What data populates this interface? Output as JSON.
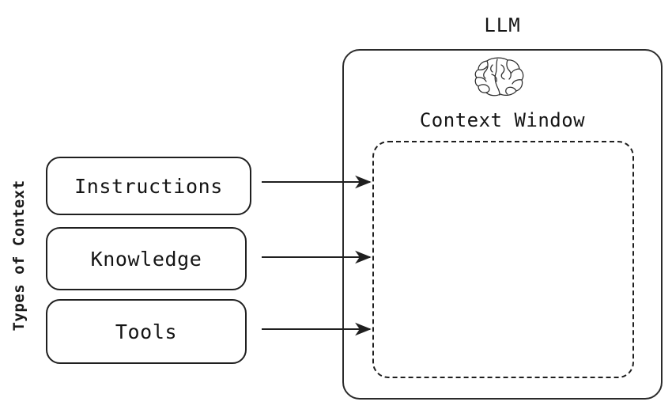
{
  "diagram": {
    "title_llm": "LLM",
    "title_context_window": "Context Window",
    "axis_label": "Types of Context",
    "brain_icon_name": "brain-icon",
    "colors": {
      "background": "#ffffff",
      "stroke": "#1f1f1f",
      "llm_border": "#2b2b2b",
      "text": "#141414"
    },
    "context_types": [
      {
        "label": "Instructions"
      },
      {
        "label": "Knowledge"
      },
      {
        "label": "Tools"
      }
    ],
    "arrows": [
      {
        "from": "Instructions",
        "to": "Context Window"
      },
      {
        "from": "Knowledge",
        "to": "Context Window"
      },
      {
        "from": "Tools",
        "to": "Context Window"
      }
    ]
  }
}
